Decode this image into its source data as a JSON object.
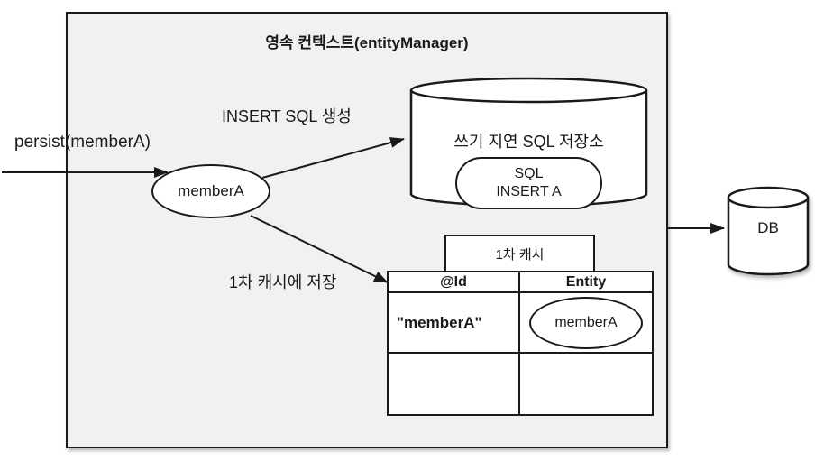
{
  "diagram": {
    "title": "영속 컨텍스트(entityManager)",
    "persist_label": "persist(memberA)",
    "member_entity": "memberA",
    "insert_sql_label": "INSERT SQL 생성",
    "cache_save_label": "1차 캐시에 저장",
    "store": {
      "title": "쓰기 지연 SQL 저장소",
      "sql_line1": "SQL",
      "sql_line2": "INSERT A"
    },
    "cache": {
      "title": "1차 캐시",
      "columns": [
        "@Id",
        "Entity"
      ],
      "rows": [
        {
          "id": "\"memberA\"",
          "entity": "memberA"
        },
        {
          "id": "",
          "entity": ""
        }
      ]
    },
    "db_label": "DB",
    "colors": {
      "context_background": "#f1f1f1",
      "shape_background": "#ffffff",
      "line": "#1a1a1a"
    }
  }
}
